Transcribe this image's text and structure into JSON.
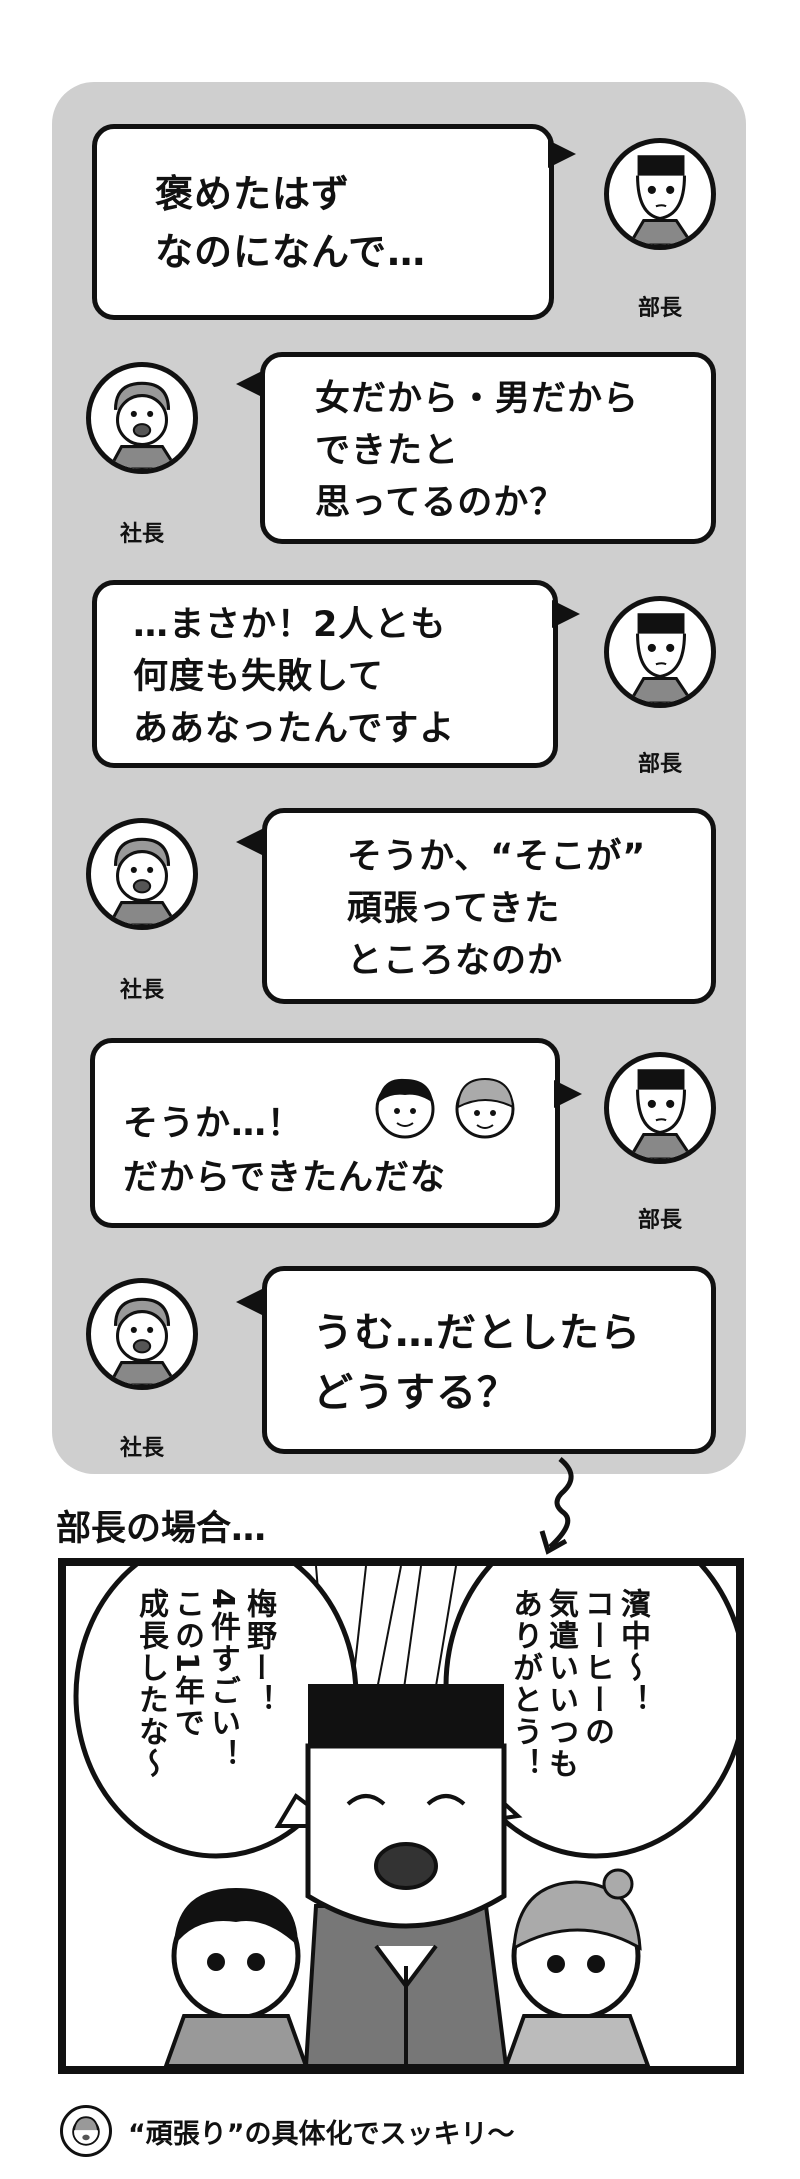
{
  "speakers": {
    "bucho": "部長",
    "shacho": "社長"
  },
  "messages": [
    {
      "speaker": "部長",
      "side": "left",
      "text": "褒めたはず\nなのになんで…"
    },
    {
      "speaker": "社長",
      "side": "right",
      "text": "女だから・男だから\nできたと\n思ってるのか？"
    },
    {
      "speaker": "部長",
      "side": "left",
      "text": "…まさか！2人とも\n何度も失敗して\nああなったんですよ"
    },
    {
      "speaker": "社長",
      "side": "right",
      "text": "そうか、“そこが”\n頑張ってきた\nところなのか"
    },
    {
      "speaker": "部長",
      "side": "left",
      "text": "そうか…！\nだからできたんだな"
    },
    {
      "speaker": "社長",
      "side": "right",
      "text": "うむ…だとしたら\nどうする？"
    }
  ],
  "section_title": "部長の場合…",
  "panel": {
    "bubble_right": "濱中〜！\nコーヒーの\n気遣いいつも\nありがとう！",
    "bubble_left": "梅野ー！\n4件すごい！\nこの1年で\n成長したな〜"
  },
  "footer": "“頑張り”の具体化でスッキリ〜",
  "colors": {
    "chat_background": "#cfcfcf",
    "ink": "#111111",
    "bubble_fill": "#ffffff"
  }
}
